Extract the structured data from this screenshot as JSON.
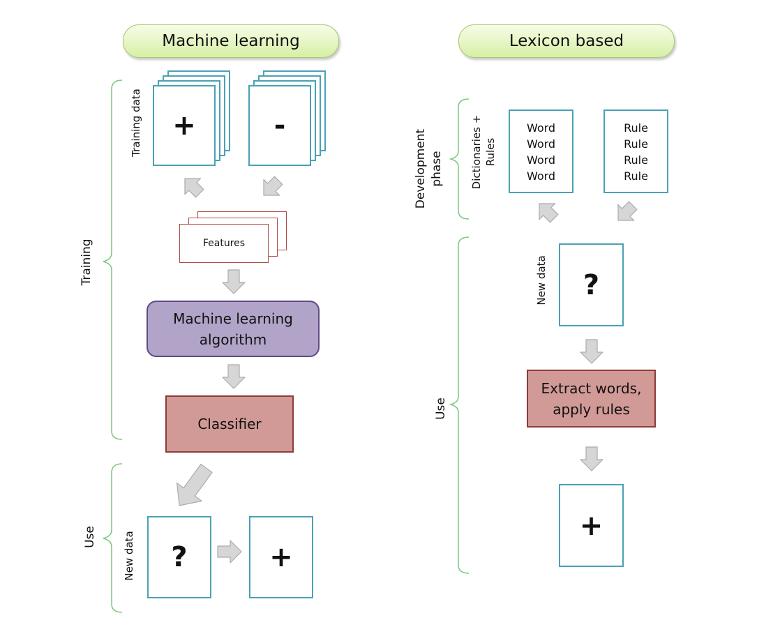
{
  "left": {
    "header": "Machine learning",
    "training_data_label": "Training data",
    "plus_symbol": "+",
    "minus_symbol": "-",
    "features_label": "Features",
    "algorithm_label": "Machine learning algorithm",
    "classifier_label": "Classifier",
    "training_bracket_label": "Training",
    "use_bracket_label": "Use",
    "new_data_label": "New data",
    "question_symbol": "?",
    "result_symbol": "+"
  },
  "right": {
    "header": "Lexicon based",
    "development_bracket_label": "Development phase",
    "dictionaries_label": "Dictionaries + Rules",
    "word_items": [
      "Word",
      "Word",
      "Word",
      "Word"
    ],
    "rule_items": [
      "Rule",
      "Rule",
      "Rule",
      "Rule"
    ],
    "use_bracket_label": "Use",
    "new_data_label": "New data",
    "question_symbol": "?",
    "extract_label": "Extract words, apply rules",
    "result_symbol": "+"
  },
  "colors": {
    "card_border": "#4aa1b6",
    "feature_border": "#b04a44",
    "algorithm_fill": "#b1a4c8",
    "algorithm_border": "#5e4a84",
    "classifier_fill": "#d29a96",
    "classifier_border": "#8c3b36",
    "bracket": "#7cc77c",
    "arrow_fill": "#d6d6d6",
    "arrow_stroke": "#ababab",
    "pill_fill": "#e4f5bd"
  }
}
